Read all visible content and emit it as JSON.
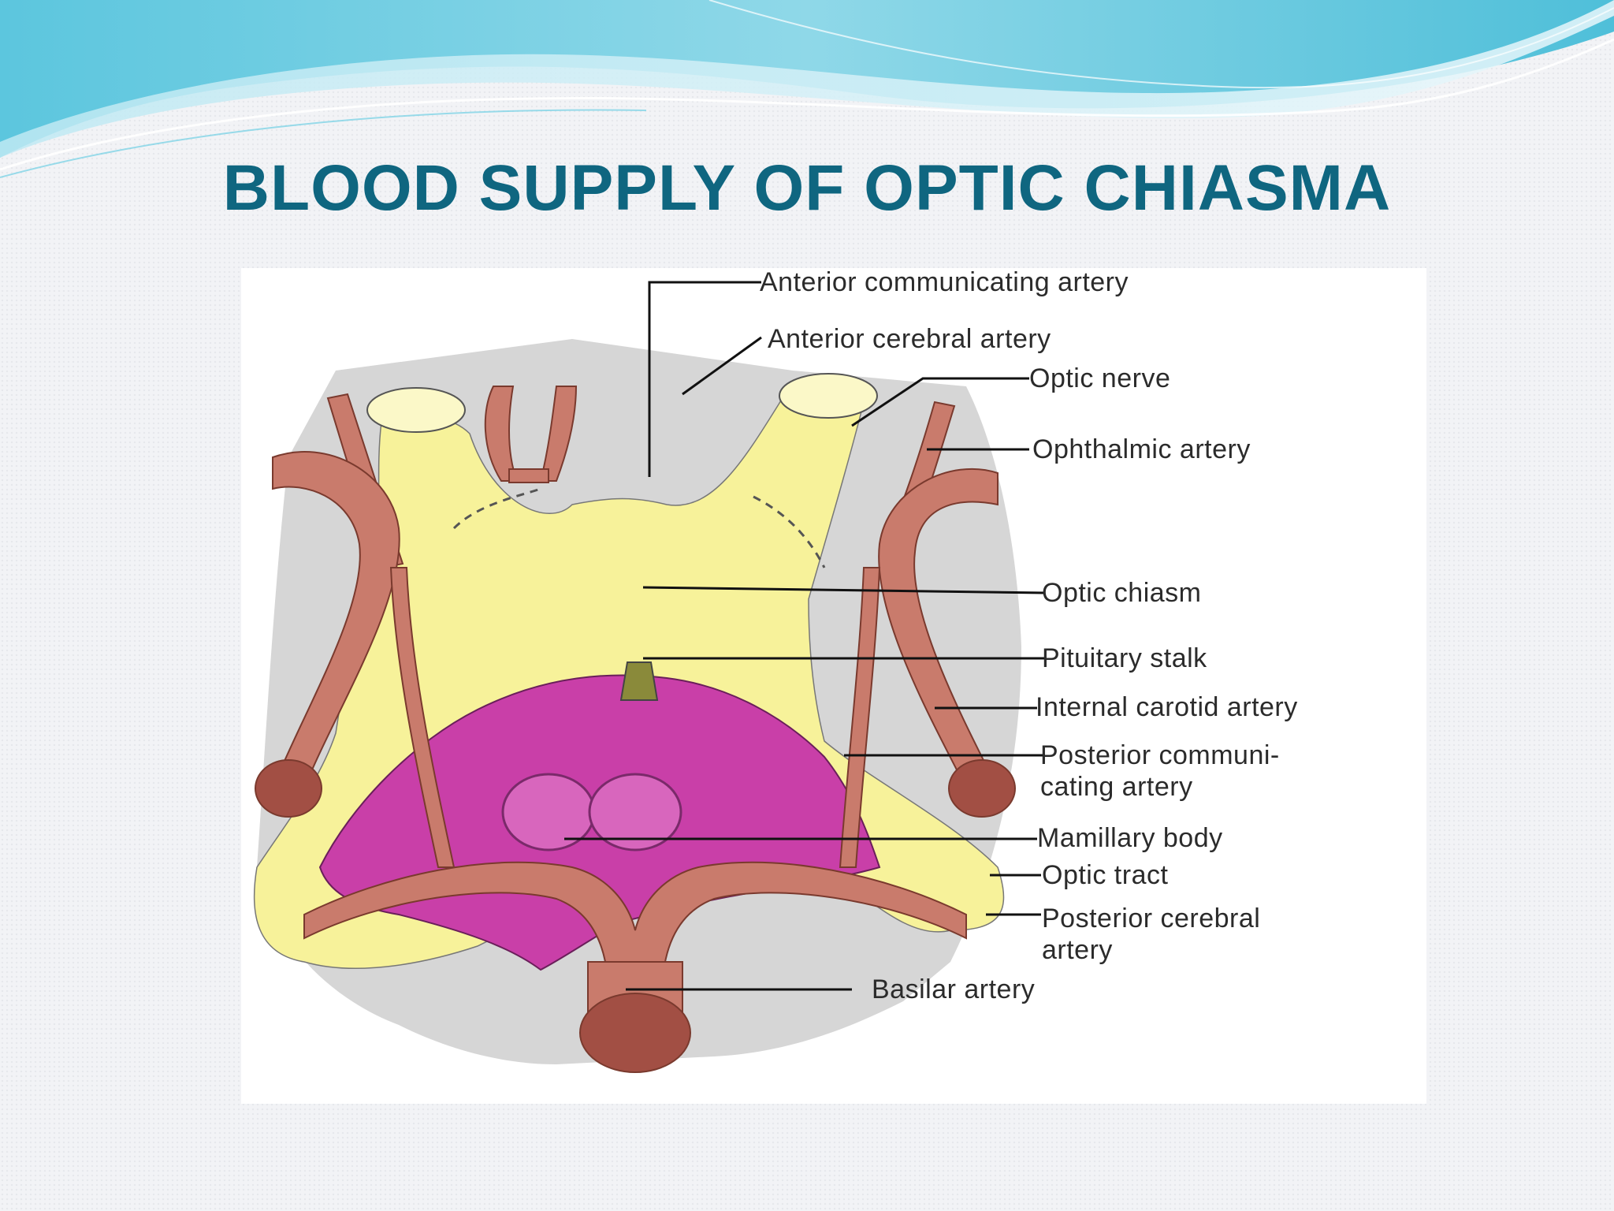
{
  "slide": {
    "title": "BLOOD SUPPLY OF OPTIC CHIASMA"
  },
  "colors": {
    "title": "#0f6680",
    "header_wave": "#7fd3e6",
    "optic_structures": "#f7f29a",
    "arteries": "#c97b6c",
    "mamillary_region": "#c93fa8",
    "pituitary_stalk": "#8a8a3a"
  },
  "diagram": {
    "labels": {
      "anterior_communicating_artery": "Anterior communicating artery",
      "anterior_cerebral_artery": "Anterior cerebral artery",
      "optic_nerve": "Optic nerve",
      "ophthalmic_artery": "Ophthalmic artery",
      "optic_chiasm": "Optic chiasm",
      "pituitary_stalk": "Pituitary stalk",
      "internal_carotid_artery": "Internal carotid artery",
      "posterior_communicating_artery_line1": "Posterior communi-",
      "posterior_communicating_artery_line2": "cating artery",
      "mamillary_body": "Mamillary body",
      "optic_tract": "Optic tract",
      "posterior_cerebral_artery_line1": "Posterior cerebral",
      "posterior_cerebral_artery_line2": "artery",
      "basilar_artery": "Basilar artery"
    }
  }
}
